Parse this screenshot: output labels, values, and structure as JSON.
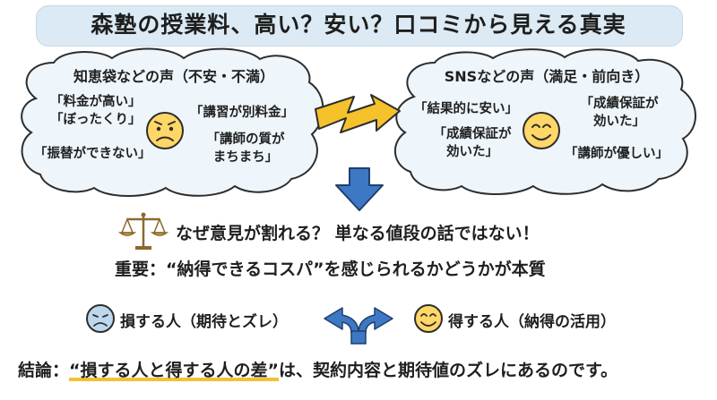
{
  "title": "森塾の授業料、高い？安い？口コミから見える真実",
  "left_panel": {
    "heading": "知恵袋などの声（不安・不満）",
    "quote_1_line1": "「料金が高い」",
    "quote_1_line2": "「ぼったくり」",
    "quote_2": "「振替ができない」",
    "quote_3": "「講習が別料金」",
    "quote_4_line1": "「講師の質が",
    "quote_4_line2": "まちまち」"
  },
  "right_panel": {
    "heading": "SNSなどの声（満足・前向き）",
    "quote_1": "「結果的に安い」",
    "quote_2_line1": "「成績保証が",
    "quote_2_line2": "効いた」",
    "quote_3_line1": "「成績保証が",
    "quote_3_line2": "効いた」",
    "quote_4": "「講師が優しい」"
  },
  "question_line": "なぜ意見が割れる？ 単なる値段の話ではない！",
  "important_line": "重要：“納得できるコスパ”を感じられるかどうかが本質",
  "loss_label": "損する人（期待とズレ）",
  "gain_label": "得する人（納得の活用）",
  "conclusion": {
    "prefix": "結論：",
    "highlight": "“損する人と得する人の差”",
    "suffix": "は、契約内容と期待値のズレにあるのです。"
  },
  "colors": {
    "banner": "#dbeaf4",
    "cloud_fill": "#eef5fb",
    "cloud_stroke": "#2d2d2d",
    "arrow_blue": "#3d78c4",
    "bolt_yellow": "#f5c22b",
    "face_yellow": "#ffd766",
    "face_blue": "#bcd8ef",
    "underline": "#f1c232"
  },
  "icons": [
    "worried-face-icon",
    "smile-face-icon",
    "lightning-arrow-icon",
    "down-arrow-icon",
    "scales-icon",
    "split-arrow-icon",
    "sad-face-icon",
    "happy-face-icon"
  ]
}
